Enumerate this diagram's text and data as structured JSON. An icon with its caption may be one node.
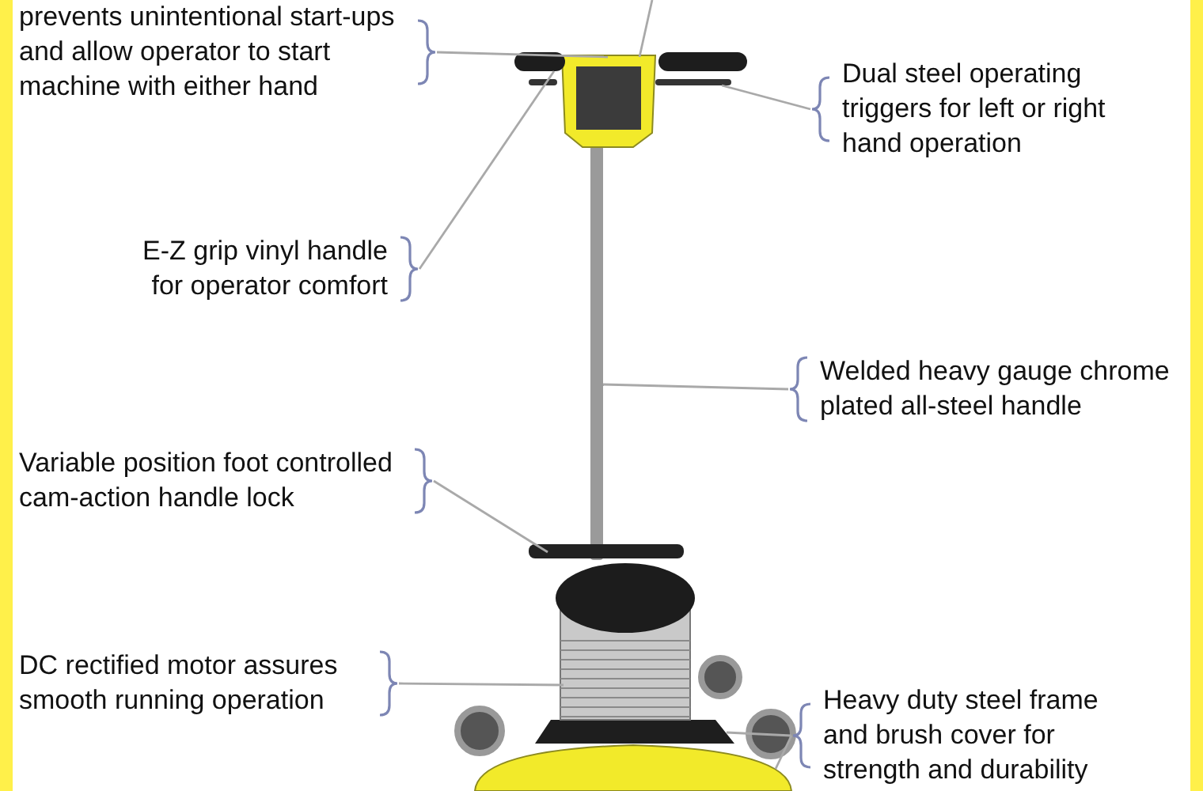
{
  "diagram": {
    "nodes": [
      {
        "text": [
          "prevents unintentional start-ups and allow operator to start machine with either hand"
        ]
      },
      {
        "text": [
          "Dual steel operating triggers for left or right hand operation"
        ]
      },
      {
        "text": [
          "E-Z grip vinyl handle for operator comfort"
        ]
      },
      {
        "text": [
          "Welded heavy gauge chrome plated all-steel handle"
        ]
      },
      {
        "text": [
          "Variable position foot controlled cam-action handle lock"
        ]
      },
      {
        "text": [
          "DC rectified motor assures smooth running operation"
        ]
      },
      {
        "text": [
          "Heavy duty steel frame and brush cover for strength and durability"
        ]
      },
      {
        "text": [],
        "shape": "box"
      },
      {
        "text": [],
        "shape": "bar"
      },
      {
        "text": [],
        "shape": "bar"
      },
      {
        "text": [],
        "shape": "bar"
      },
      {
        "text": [],
        "shape": "bar"
      },
      {
        "text": [],
        "shape": "cylinder"
      },
      {
        "text": [],
        "shape": "box"
      },
      {
        "text": [],
        "shape": "circle"
      }
    ],
    "edges": [
      {
        "from": 0,
        "to": 7,
        "arrow": "none"
      },
      {
        "from": null,
        "to": 7,
        "arrow": "none"
      },
      {
        "from": 1,
        "to": 9,
        "arrow": "none"
      },
      {
        "from": 2,
        "to": 8,
        "arrow": "none"
      },
      {
        "from": 3,
        "to": 10,
        "arrow": "none"
      },
      {
        "from": 4,
        "to": 11,
        "arrow": "none"
      },
      {
        "from": 5,
        "to": 12,
        "arrow": "none"
      },
      {
        "from": 6,
        "to": 13,
        "arrow": "none"
      },
      {
        "from": 6,
        "to": 14,
        "arrow": "none"
      }
    ]
  }
}
